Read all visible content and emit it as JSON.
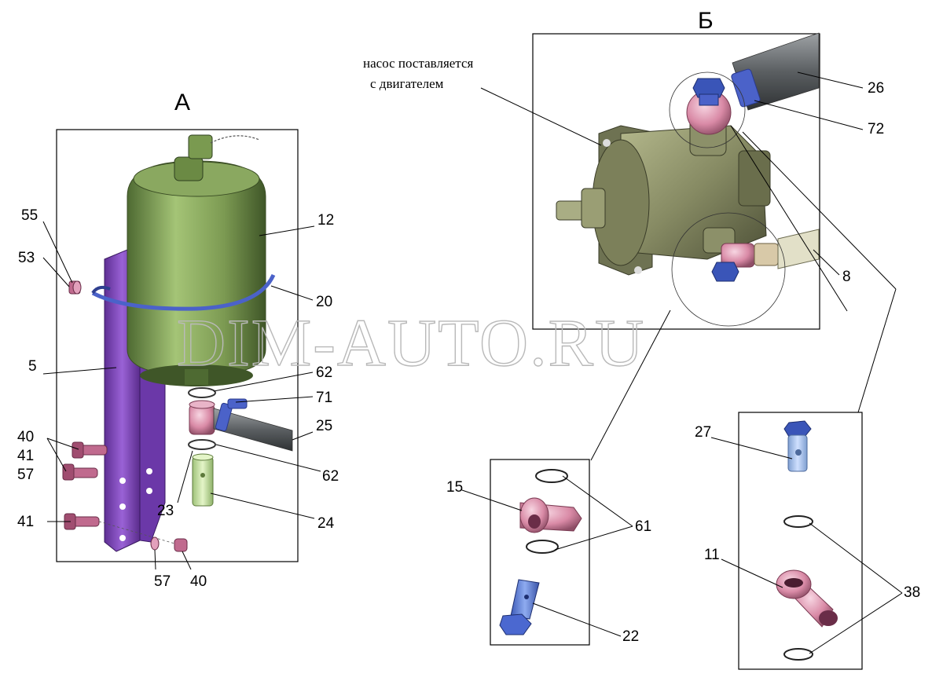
{
  "view_a": {
    "title": "А"
  },
  "view_b": {
    "title": "Б",
    "note_line1": "насос поставляется",
    "note_line2": "с двигателем"
  },
  "watermark": "DIM-AUTO.RU",
  "callouts": {
    "c55": "55",
    "c53": "53",
    "c5": "5",
    "c12": "12",
    "c20": "20",
    "c62a": "62",
    "c71": "71",
    "c25": "25",
    "c62b": "62",
    "c40a": "40",
    "c41a": "41",
    "c57a": "57",
    "c41b": "41",
    "c23": "23",
    "c24": "24",
    "c57b": "57",
    "c40b": "40",
    "c26": "26",
    "c72": "72",
    "c8": "8",
    "c15": "15",
    "c61": "61",
    "c22": "22",
    "c27": "27",
    "c11": "11",
    "c38": "38"
  },
  "colors": {
    "tank_green": "#86a65c",
    "tank_dark": "#4e6a32",
    "bracket_purple": "#8a4fc4",
    "clamp_blue": "#4b62c9",
    "fitting_pink": "#d98aa6",
    "hose_gray": "#6f7376",
    "pump_olive": "#8c9069",
    "bolt_blue": "#6f8fe0",
    "pale_green": "#cde6a8"
  }
}
